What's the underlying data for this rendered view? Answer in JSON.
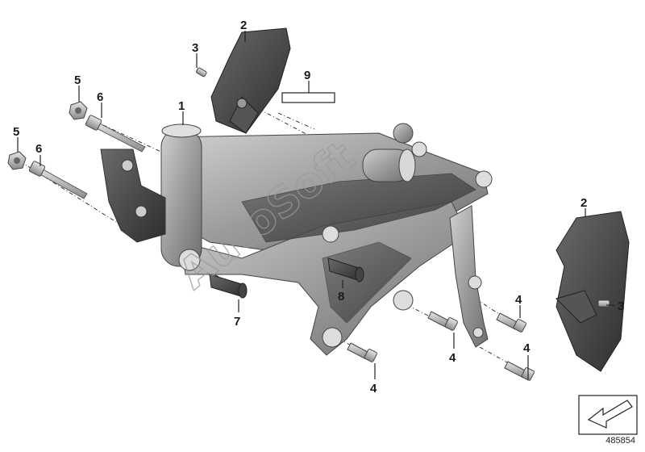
{
  "diagram": {
    "watermark": "AutoSoft",
    "diagram_number": "485854",
    "callouts": {
      "c1": "1",
      "c2_top": "2",
      "c2_right": "2",
      "c3_top": "3",
      "c3_right": "3",
      "c4_a": "4",
      "c4_b": "4",
      "c4_c": "4",
      "c4_d": "4",
      "c5_a": "5",
      "c5_b": "5",
      "c6_a": "6",
      "c6_b": "6",
      "c7": "7",
      "c8": "8",
      "c9": "9"
    },
    "colors": {
      "frame_light": "#b8b8b8",
      "frame_mid": "#8f8f8f",
      "frame_dark": "#5a5a5a",
      "cover_dark": "#3a3a3a"
    }
  }
}
